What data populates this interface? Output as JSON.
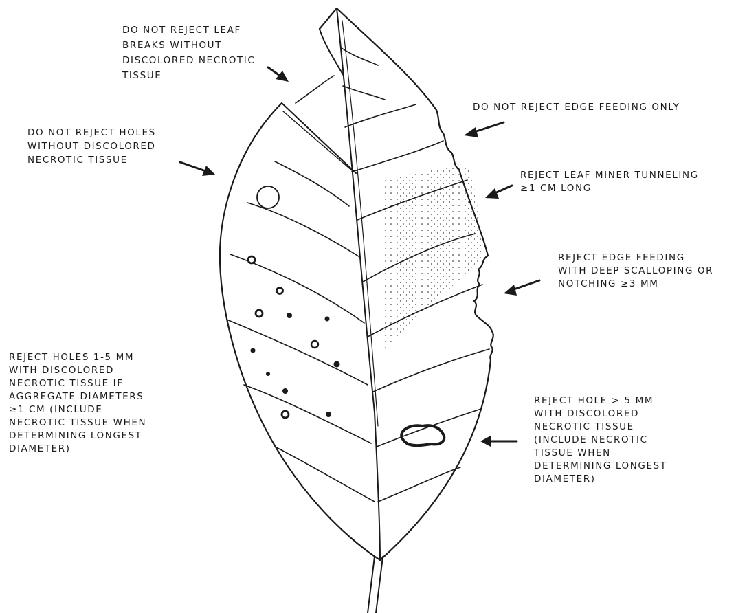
{
  "annotations": {
    "leaf_breaks": "DO NOT REJECT LEAF\nBREAKS WITHOUT\nDISCOLORED NECROTIC\nTISSUE",
    "holes_without_necrotic": "DO NOT REJECT HOLES\nWITHOUT DISCOLORED\nNECROTIC TISSUE",
    "edge_feeding_only": "DO NOT REJECT EDGE FEEDING ONLY",
    "leaf_miner": "REJECT LEAF MINER TUNNELING\n≥1 CM LONG",
    "deep_scalloping": "REJECT EDGE FEEDING\nWITH DEEP SCALLOPING OR\nNOTCHING ≥3 MM",
    "small_holes": "REJECT HOLES 1-5 MM\nWITH DISCOLORED\nNECROTIC TISSUE IF\nAGGREGATE DIAMETERS\n≥1 CM (INCLUDE\nNECROTIC TISSUE WHEN\nDETERMINING LONGEST\nDIAMETER)",
    "large_hole": "REJECT HOLE > 5 MM\nWITH DISCOLORED\nNECROTIC TISSUE\n(INCLUDE NECROTIC\nTISSUE WHEN\nDETERMINING LONGEST\nDIAMETER)"
  },
  "colors": {
    "ink": "#1a1a1a",
    "paper": "#ffffff"
  }
}
